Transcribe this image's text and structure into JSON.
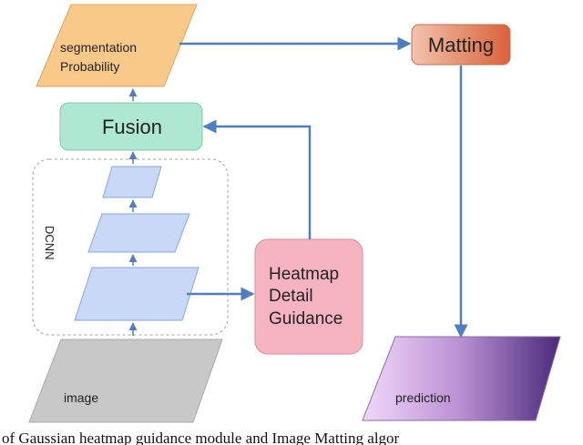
{
  "diagram": {
    "nodes": {
      "segmentation": {
        "line1": "segmentation",
        "line2": "Probability"
      },
      "matting": {
        "label": "Matting"
      },
      "fusion": {
        "label": "Fusion"
      },
      "dcnn": {
        "label": "DCNN"
      },
      "heatmap": {
        "line1": "Heatmap",
        "line2": "Detail",
        "line3": "Guidance"
      },
      "image": {
        "label": "image"
      },
      "prediction": {
        "label": "prediction"
      }
    }
  },
  "caption": "of Gaussian heatmap guidance module and Image Matting algor",
  "colors": {
    "segmentation_fill": "#f9c98a",
    "matting_left": "#f3c3ad",
    "matting_right": "#d9623a",
    "fusion_fill": "#aee8d2",
    "layer_fill": "#c7d9f7",
    "heatmap_fill": "#f6b4c1",
    "image_fill": "#c8c8c8",
    "prediction_left": "#f1d8fb",
    "prediction_right": "#4a2a7a",
    "arrow": "#4f7fbf"
  }
}
